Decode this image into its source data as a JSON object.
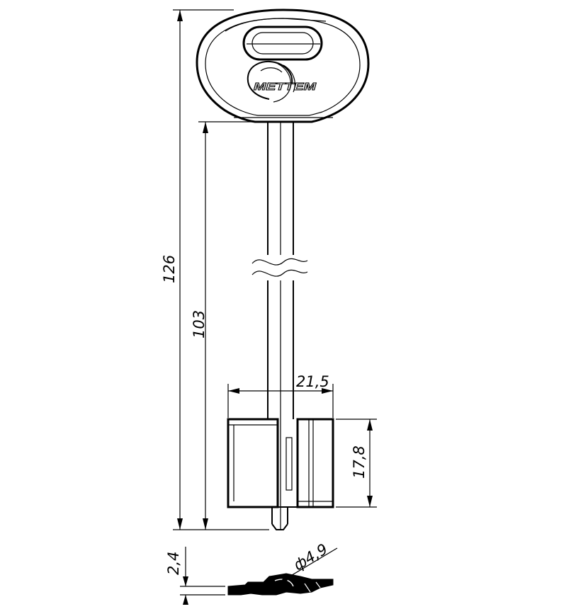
{
  "drawing": {
    "brand_logo_text": "METTEM",
    "dimensions": {
      "total_length": "126",
      "shank_length": "103",
      "bit_width": "21,5",
      "bit_height": "17,8",
      "thickness": "2,4",
      "diameter": "ф4,9"
    }
  }
}
